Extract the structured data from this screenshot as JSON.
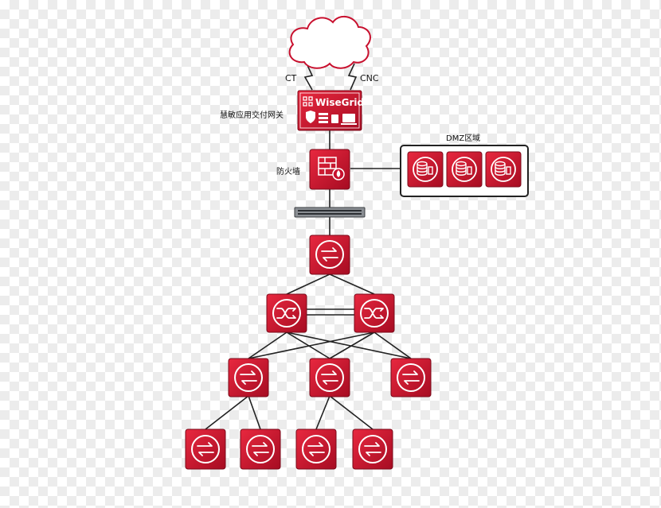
{
  "labels": {
    "ct": "CT",
    "cnc": "CNC",
    "gateway": "慧敏应用交付网关",
    "gateway_brand": "WiseGrid",
    "firewall": "防火墙",
    "dmz": "DMZ区域"
  },
  "icons": {
    "cloud": "cloud-icon",
    "gateway": "wisegrid-gateway-icon",
    "firewall": "firewall-icon",
    "server": "database-server-icon",
    "switch": "network-switch-icon",
    "core_switch": "core-switch-icon",
    "router": "router-icon"
  },
  "colors": {
    "node": "#c8102e",
    "node_dark": "#8e0b1f",
    "line": "#222222"
  }
}
